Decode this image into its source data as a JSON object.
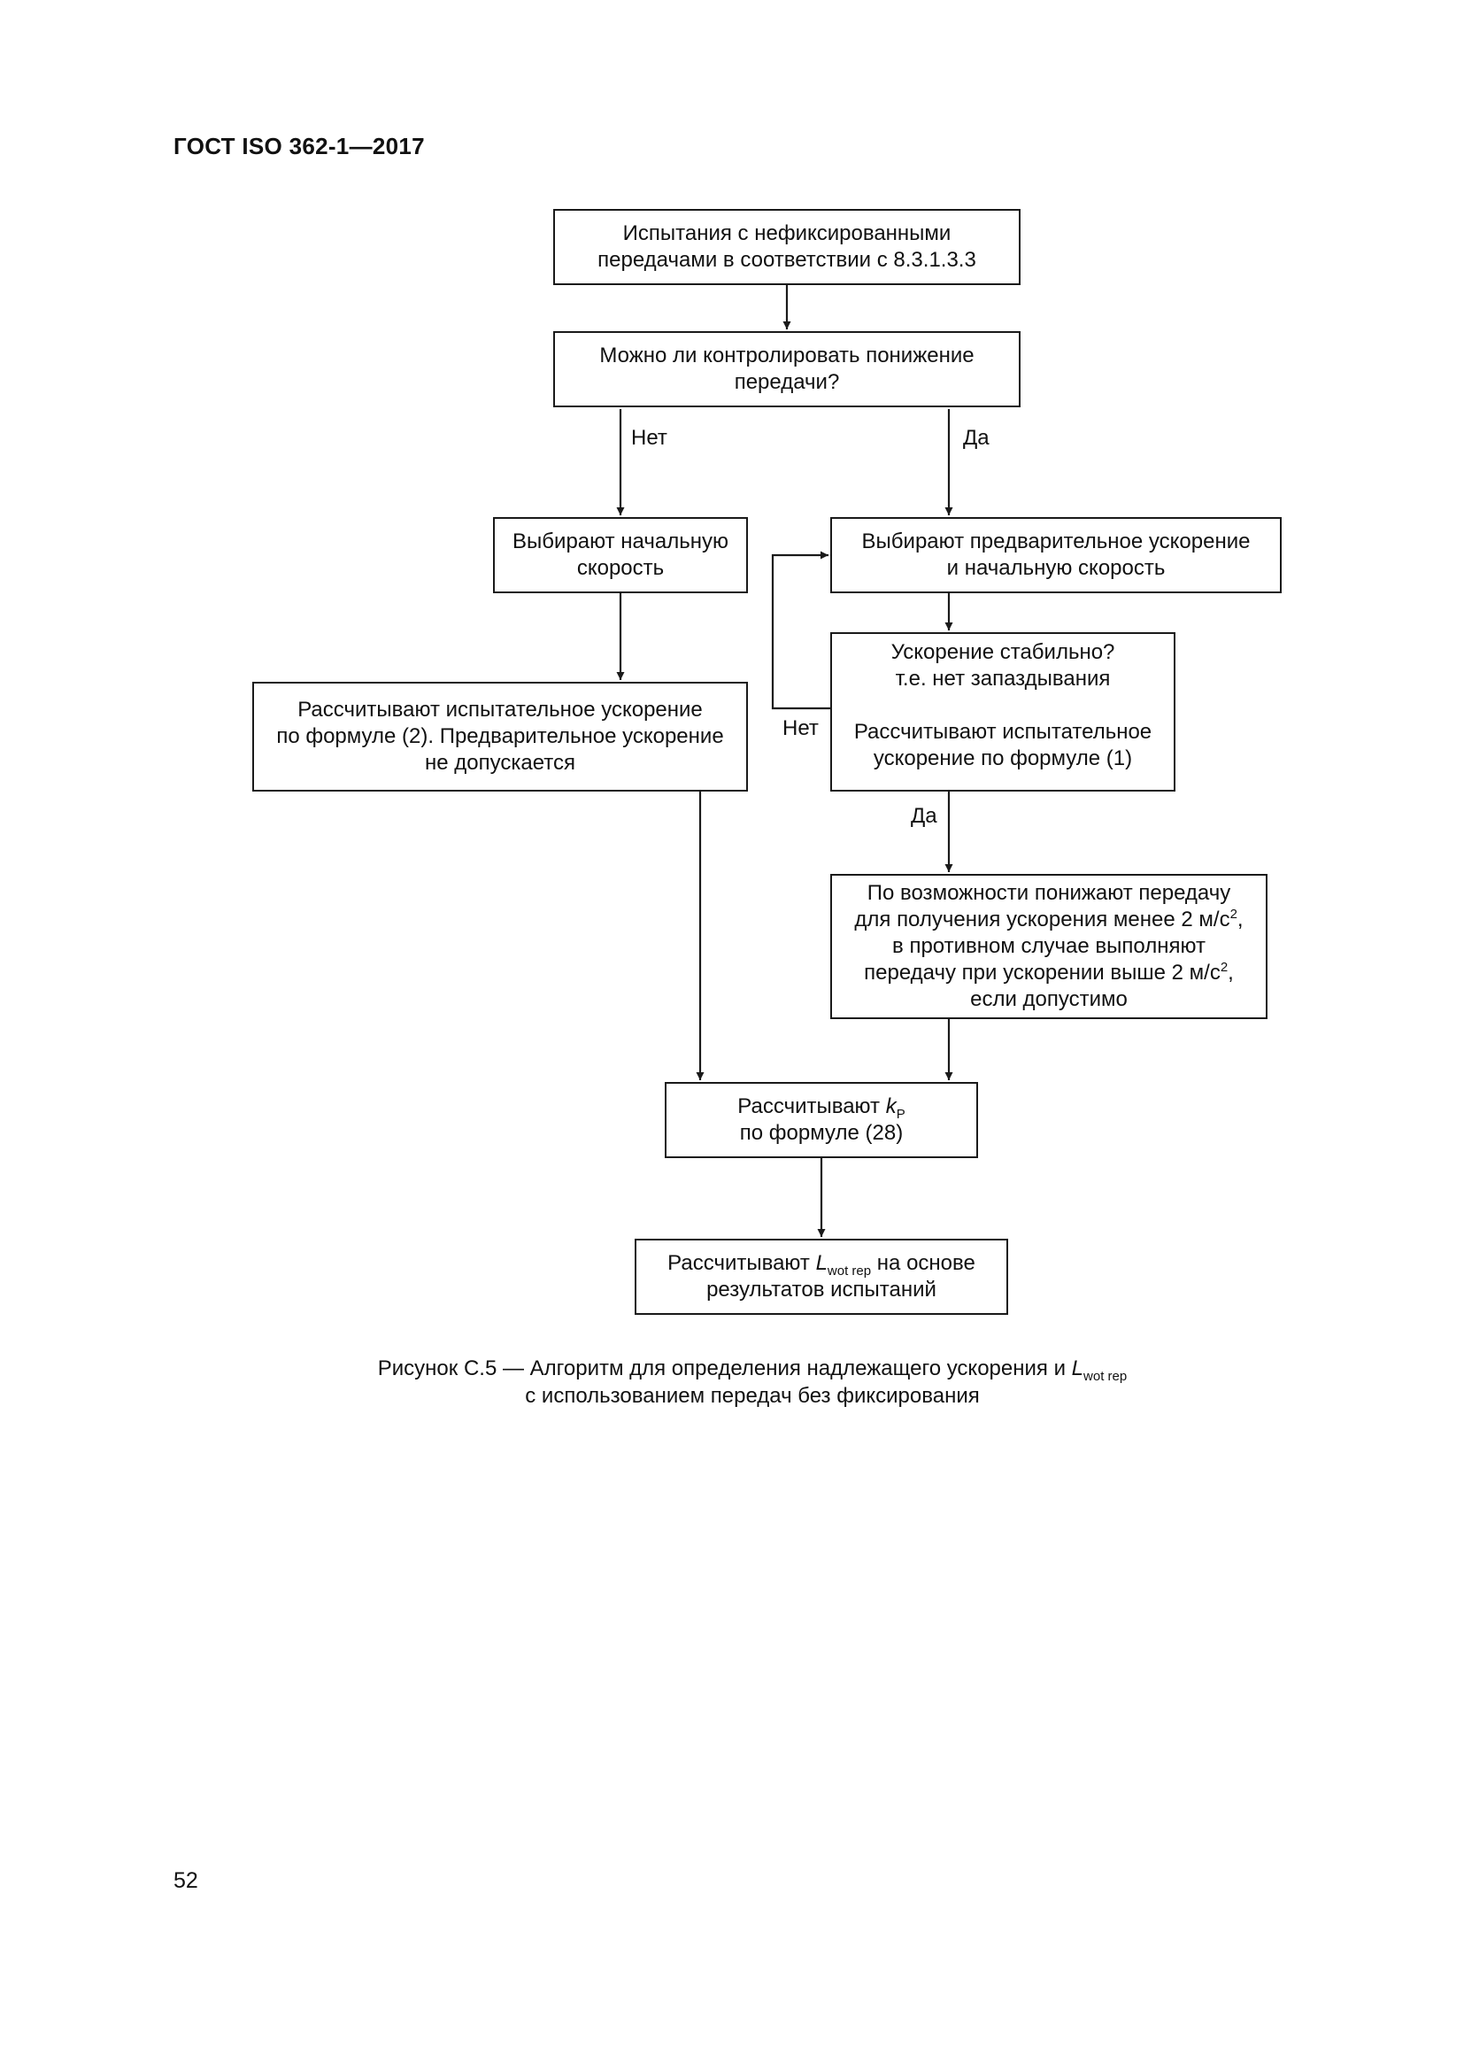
{
  "header": {
    "doc_id": "ГОСТ ISO 362-1—2017"
  },
  "page_number": "52",
  "boxes": {
    "start": {
      "line1": "Испытания с нефиксированными",
      "line2": "передачами в соответствии с 8.3.1.3.3"
    },
    "q_downshift": {
      "line1": "Можно ли контролировать понижение",
      "line2": "передачи?"
    },
    "choose_speed": {
      "line1": "Выбирают начальную",
      "line2": "скорость"
    },
    "choose_preaccel": {
      "line1": "Выбирают предварительное ускорение",
      "line2": "и начальную скорость"
    },
    "calc_formula2": {
      "line1": "Рассчитывают испытательное ускорение",
      "line2": "по формуле (2). Предварительное ускорение",
      "line3": "не допускается"
    },
    "accel_stable": {
      "line1": "Ускорение стабильно?",
      "line2": "т.е. нет запаздывания",
      "line3": "Рассчитывают испытательное",
      "line4": "ускорение по формуле (1)"
    },
    "downshift_if_possible": {
      "line1": "По возможности понижают передачу",
      "line2_pre": "для получения ускорения менее 2 м/с",
      "line2_sup": "2",
      "line2_post": ",",
      "line3": "в противном случае выполняют",
      "line4_pre": "передачу при ускорении выше 2 м/с",
      "line4_sup": "2",
      "line4_post": ",",
      "line5": "если допустимо"
    },
    "calc_kp": {
      "line1_pre": "Рассчитывают ",
      "line1_sym": "k",
      "line1_sub": "P",
      "line2": "по формуле (28)"
    },
    "calc_lwot": {
      "line1_pre": "Рассчитывают ",
      "line1_sym": "L",
      "line1_sub": "wot rep",
      "line1_post": " на основе",
      "line2": "результатов испытаний"
    }
  },
  "labels": {
    "no_left": "Нет",
    "yes_right": "Да",
    "no_loop": "Нет",
    "yes_down": "Да"
  },
  "caption": {
    "line1_pre": "Рисунок С.5 — Алгоритм для определения надлежащего ускорения и ",
    "line1_sym": "L",
    "line1_sub": "wot rep",
    "line2": "с использованием передач без фиксирования"
  }
}
